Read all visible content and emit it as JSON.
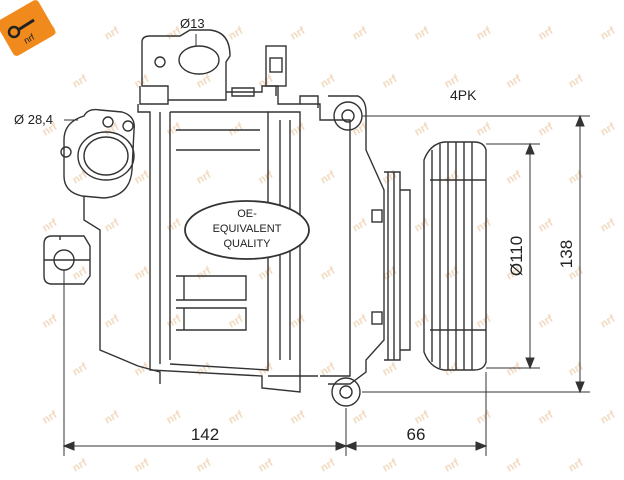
{
  "brand": {
    "logo_text": "nrf",
    "watermark_text": "nrf",
    "logo_color": "#f08a1c",
    "watermark_color": "#f2d9bf"
  },
  "labels": {
    "port_small": "Ø13",
    "port_large": "Ø 28,4",
    "belt": "4PK",
    "pulley_diameter": "Ø110",
    "height": "138",
    "length_body": "142",
    "length_pulley": "66"
  },
  "badge": {
    "line1": "OE-",
    "line2": "EQUIVALENT",
    "line3": "QUALITY"
  },
  "colors": {
    "line": "#333333",
    "text": "#222222"
  }
}
